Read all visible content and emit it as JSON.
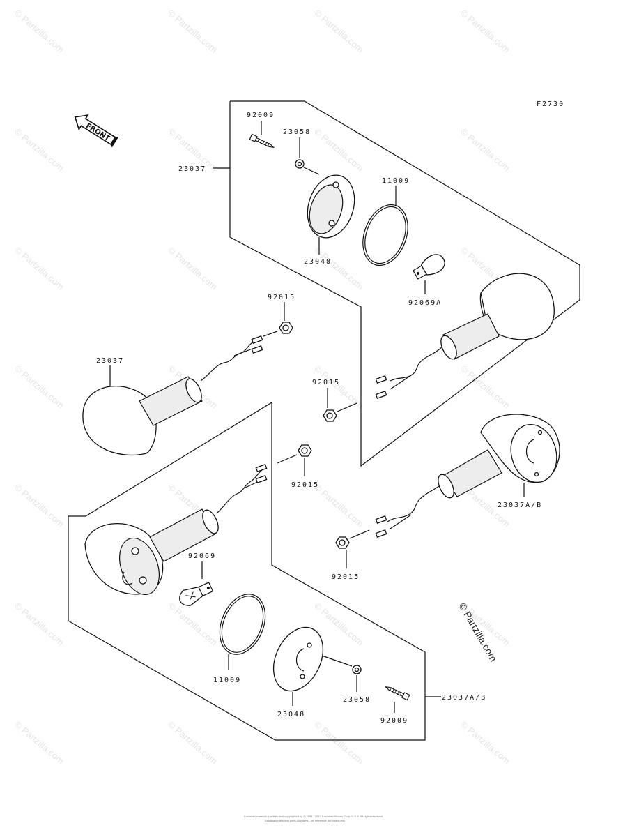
{
  "figure_code": "F2730",
  "front_label": "FRONT",
  "copyright_text": "© Partzilla.com",
  "watermark_text": "© Partzilla.com",
  "footer_line1": "Kawasaki material is written and copyrighted by © 1995 - 2017 Kawasaki Motors Corp. U.S.A. All rights reserved.",
  "footer_line2": "Kawasaki parts and parts diagrams - for reference purposes only.",
  "labels": {
    "top_screw": "92009",
    "top_washer": "23058",
    "top_assy": "23037",
    "top_ring": "11009",
    "top_housing": "23048",
    "top_bulb": "92069A",
    "nut_a": "92015",
    "left_assy": "23037",
    "nut_b": "92015",
    "nut_c": "92015",
    "right_assy": "23037A/B",
    "nut_d": "92015",
    "bottom_bulb": "92069",
    "bottom_ring": "11009",
    "bottom_housing": "23048",
    "bottom_washer": "23058",
    "bottom_assy": "23037A/B",
    "bottom_screw": "92009"
  }
}
